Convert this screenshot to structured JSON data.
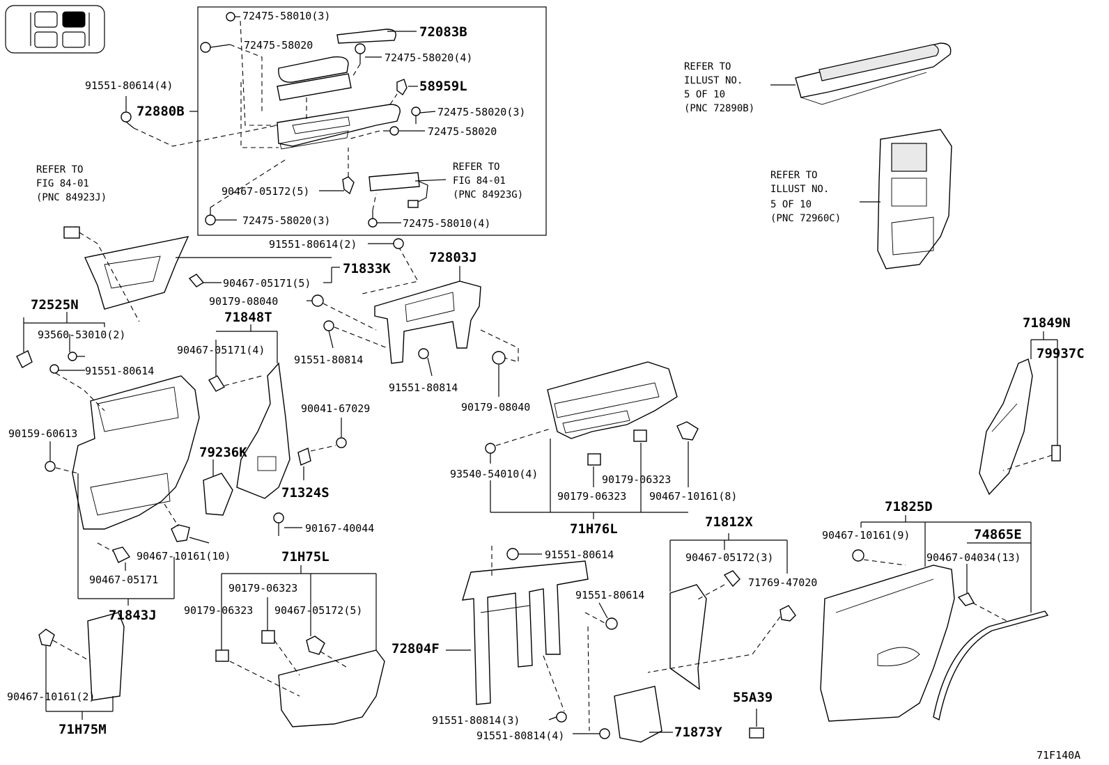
{
  "locator": {
    "highlight_color": "#000000"
  },
  "figure_id": "71F140A",
  "callouts": {
    "c72475_58010_3": "72475-58010(3)",
    "c72083B": "72083B",
    "c72475_58020_a": "72475-58020",
    "c72475_58020_4": "72475-58020(4)",
    "c58959L": "58959L",
    "c91551_80614_4": "91551-80614(4)",
    "c72880B": "72880B",
    "c72475_58020_3a": "72475-58020(3)",
    "c72475_58020_b": "72475-58020",
    "c90467_05172_5a": "90467-05172(5)",
    "c72475_58020_3b": "72475-58020(3)",
    "c72475_58010_4": "72475-58010(4)",
    "c91551_80614_2": "91551-80614(2)",
    "c72803J": "72803J",
    "c71833K": "71833K",
    "c90467_05171_5": "90467-05171(5)",
    "c90179_08040_a": "90179-08040",
    "c72525N": "72525N",
    "c71848T": "71848T",
    "c93560_53010_2": "93560-53010(2)",
    "c90467_05171_4": "90467-05171(4)",
    "c91551_80814_a": "91551-80814",
    "c91551_80614_a": "91551-80614",
    "c91551_80814_b": "91551-80814",
    "c90179_08040_b": "90179-08040",
    "c90041_67029": "90041-67029",
    "c90159_60613": "90159-60613",
    "c79236K": "79236K",
    "c71324S": "71324S",
    "c93540_54010_4": "93540-54010(4)",
    "c90179_06323_a": "90179-06323",
    "c90179_06323_b": "90179-06323",
    "c90467_10161_8": "90467-10161(8)",
    "c71H76L": "71H76L",
    "c90167_40044": "90167-40044",
    "c71812X": "71812X",
    "c71825D": "71825D",
    "c71849N": "71849N",
    "c79937C": "79937C",
    "c90467_10161_10": "90467-10161(10)",
    "c71H75L": "71H75L",
    "c91551_80614_b": "91551-80614",
    "c90467_05171": "90467-05171",
    "c90179_06323_c": "90179-06323",
    "c90179_06323_d": "90179-06323",
    "c90467_05172_5b": "90467-05172(5)",
    "c71843J": "71843J",
    "c91551_80614_c": "91551-80614",
    "c90467_05172_3": "90467-05172(3)",
    "c71769_47020": "71769-47020",
    "c90467_10161_9": "90467-10161(9)",
    "c74865E": "74865E",
    "c90467_04034_13": "90467-04034(13)",
    "c72804F": "72804F",
    "c90467_10161_2": "90467-10161(2)",
    "c71H75M": "71H75M",
    "c91551_80814_3": "91551-80814(3)",
    "c91551_80814_4": "91551-80814(4)",
    "c71873Y": "71873Y",
    "c55A39": "55A39"
  },
  "refer_notes": {
    "fig_84923J": [
      "REFER TO",
      "FIG 84-01",
      "(PNC 84923J)"
    ],
    "fig_84923G": [
      "REFER TO",
      "FIG 84-01",
      "(PNC 84923G)"
    ],
    "illust_72890B": [
      "REFER TO",
      "ILLUST NO.",
      "5 OF 10",
      "(PNC 72890B)"
    ],
    "illust_72960C": [
      "REFER TO",
      "ILLUST NO.",
      "5 OF 10",
      "(PNC 72960C)"
    ]
  }
}
